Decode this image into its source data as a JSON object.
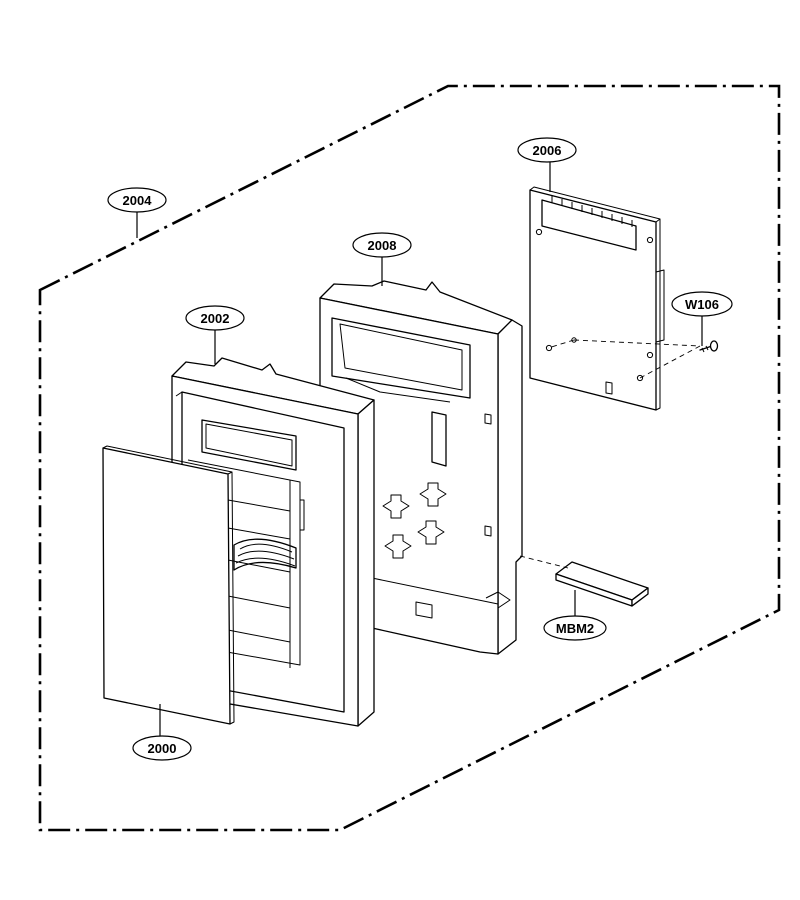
{
  "callouts": {
    "c2004": "2004",
    "c2006": "2006",
    "c2008": "2008",
    "c2002": "2002",
    "cW106": "W106",
    "cMBM2": "MBM2",
    "c2000": "2000"
  }
}
